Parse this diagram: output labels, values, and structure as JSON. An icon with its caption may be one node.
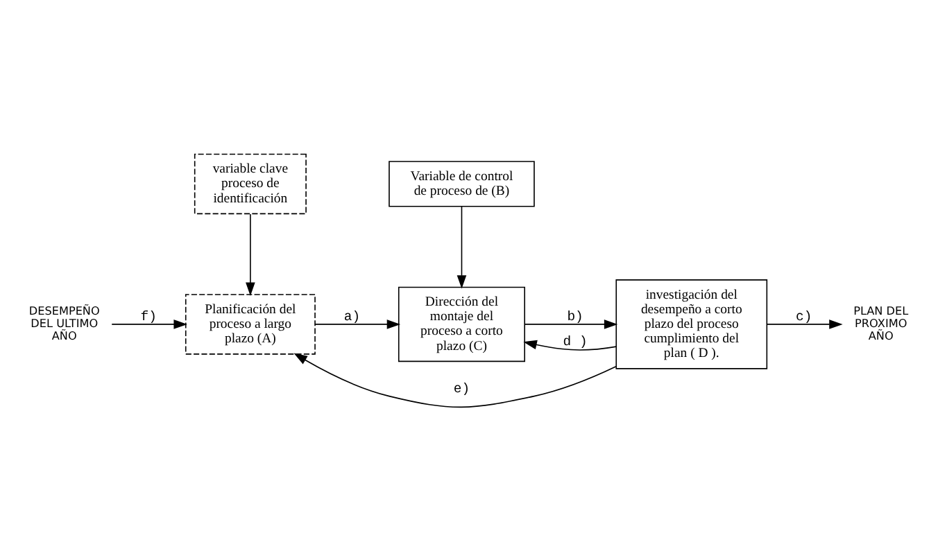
{
  "diagram": {
    "nodes": [
      {
        "text": [
          "variable clave proceso de identificación"
        ]
      },
      {
        "text": [
          "Variable de control de proceso de (B)"
        ]
      },
      {
        "text": [
          "Planificación del proceso a largo plazo (A)"
        ]
      },
      {
        "text": [
          "Dirección del montaje del proceso a corto plazo (C)"
        ]
      },
      {
        "text": [
          "investigación del desempeño a corto plazo del proceso cumplimiento del plan ( D )."
        ]
      },
      {
        "text": [
          "DESEMPEÑO DEL ULTIMO AÑO"
        ]
      },
      {
        "text": [
          "PLAN DEL PROXIMO AÑO"
        ]
      }
    ],
    "edges": [
      {
        "from": 0,
        "to": 2,
        "arrow": "to"
      },
      {
        "from": 1,
        "to": 3,
        "arrow": "to"
      },
      {
        "from": 2,
        "to": 3,
        "arrow": "to",
        "label": "a)"
      },
      {
        "from": 3,
        "to": 4,
        "arrow": "to",
        "label": "b)"
      },
      {
        "from": 4,
        "to": 3,
        "arrow": "to",
        "label": "d )"
      },
      {
        "from": 4,
        "to": 2,
        "arrow": "to",
        "label": "e)"
      },
      {
        "from": 5,
        "to": 2,
        "arrow": "to",
        "label": "f)"
      },
      {
        "from": 4,
        "to": 6,
        "arrow": "to",
        "label": "c)"
      }
    ]
  }
}
